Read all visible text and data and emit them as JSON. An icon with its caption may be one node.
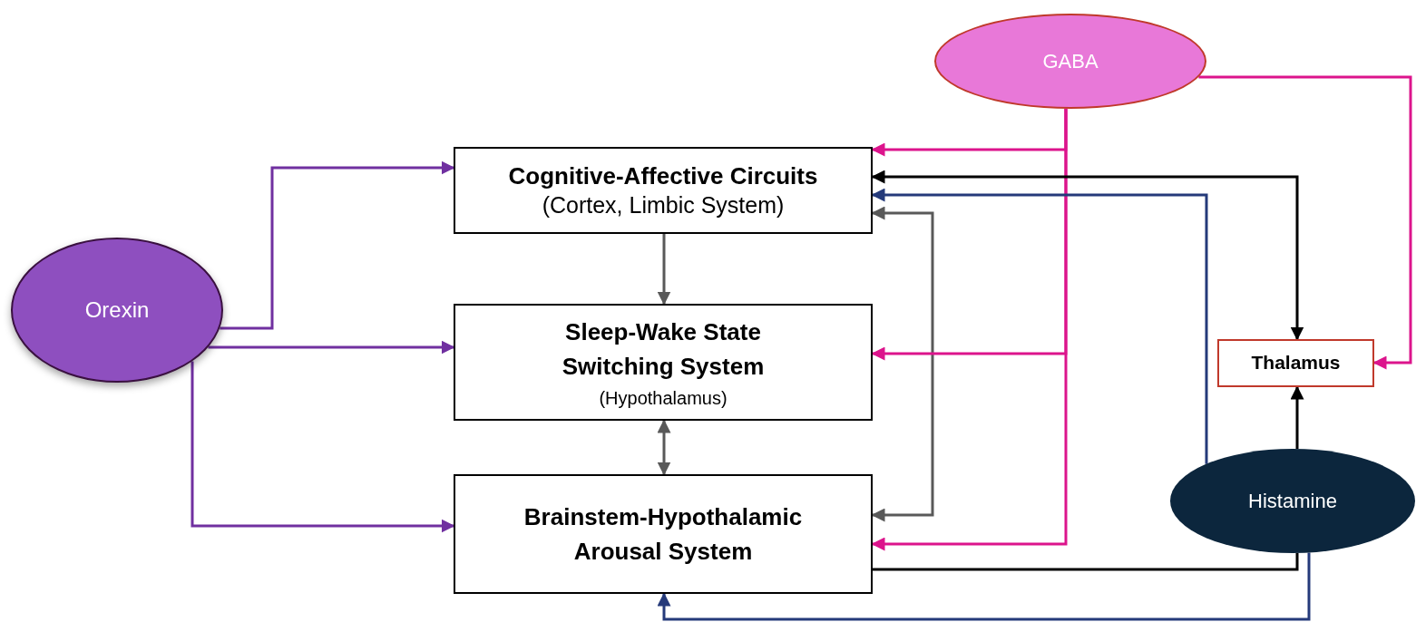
{
  "diagram": {
    "nodes": [
      {
        "text": [
          "GABA"
        ]
      },
      {
        "text": [
          "Cognitive-Affective Circuits",
          "(Cortex, Limbic System)"
        ]
      },
      {
        "text": [
          "Orexin"
        ]
      },
      {
        "text": [
          "Sleep-Wake State Switching System",
          "(Hypothalamus)"
        ]
      },
      {
        "text": [
          "Thalamus"
        ]
      },
      {
        "text": [
          "Histamine"
        ]
      },
      {
        "text": [
          "Brainstem-Hypothalamic Arousal System"
        ]
      }
    ],
    "edges": [
      {
        "from": 2,
        "to": 1,
        "arrow": "to",
        "color": "#7030a0"
      },
      {
        "from": 2,
        "to": 3,
        "arrow": "to",
        "color": "#7030a0"
      },
      {
        "from": 2,
        "to": 6,
        "arrow": "to",
        "color": "#7030a0"
      },
      {
        "from": 1,
        "to": 3,
        "arrow": "to",
        "color": "#595959"
      },
      {
        "from": 3,
        "to": 6,
        "arrow": "both",
        "color": "#595959"
      },
      {
        "from": 1,
        "to": 6,
        "arrow": "both",
        "color": "#595959"
      },
      {
        "from": 0,
        "to": 1,
        "arrow": "to",
        "color": "#dc148c"
      },
      {
        "from": 0,
        "to": 3,
        "arrow": "to",
        "color": "#dc148c"
      },
      {
        "from": 0,
        "to": 6,
        "arrow": "to",
        "color": "#dc148c"
      },
      {
        "from": 0,
        "to": 4,
        "arrow": "to",
        "color": "#dc148c"
      },
      {
        "from": 4,
        "to": 1,
        "arrow": "both",
        "color": "#000000"
      },
      {
        "from": 5,
        "to": 4,
        "arrow": "to",
        "color": "#000000"
      },
      {
        "from": 5,
        "to": 6,
        "arrow": "none",
        "color": "#000000"
      },
      {
        "from": 5,
        "to": 1,
        "arrow": "to",
        "color": "#253a7a"
      },
      {
        "from": 5,
        "to": 6,
        "arrow": "to",
        "color": "#253a7a"
      }
    ]
  }
}
